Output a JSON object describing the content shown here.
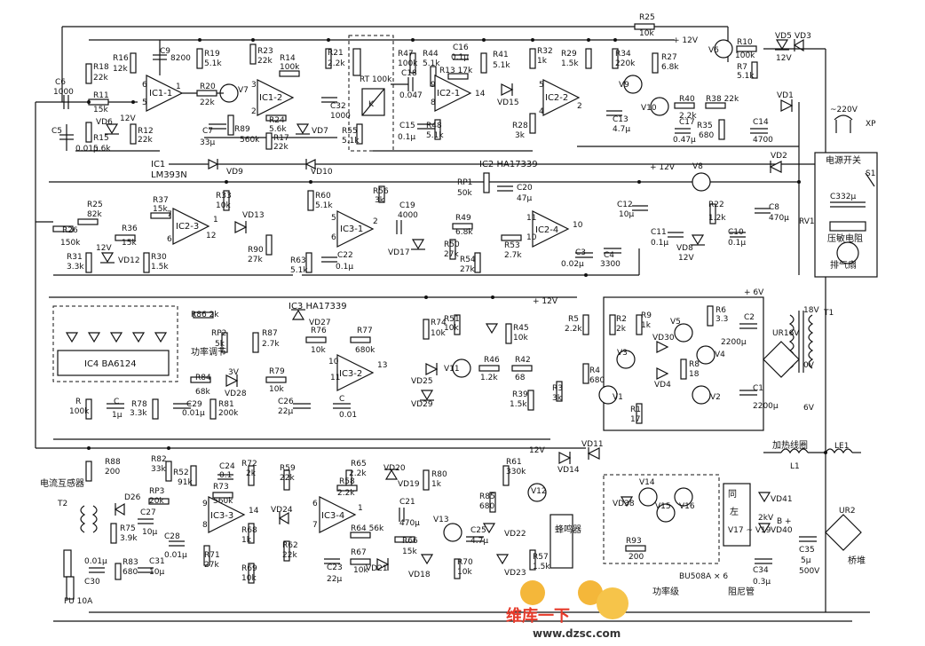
{
  "ics": {
    "ic1_1": "IC1-1",
    "ic1_2": "IC1-2",
    "ic1_label": "IC1",
    "ic1_part": "LM393N",
    "ic2_1": "IC2-1",
    "ic2_2": "IC2-2",
    "ic2_3": "IC2-3",
    "ic2_4": "IC2-4",
    "ic2_label": "IC2  HA17339",
    "ic3_1": "IC3-1",
    "ic3_2": "IC3-2",
    "ic3_3": "IC3-3",
    "ic3_4": "IC3-4",
    "ic3_label": "IC3  HA17339",
    "ic4": "IC4  BA6124"
  },
  "resistors": {
    "r18": "R18",
    "r18v": "22k",
    "r16": "R16",
    "r16v": "12k",
    "r11": "R11",
    "r11v": "15k",
    "r12": "R12",
    "r12v": "22k",
    "r15": "R15",
    "r15v": "5.6k",
    "r19": "R19",
    "r19v": "5.1k",
    "r20": "R20",
    "r20v": "22k",
    "r89": "R89",
    "r89v": "560k",
    "r23": "R23",
    "r23v": "22k",
    "r14": "R14",
    "r14v": "100k",
    "r24": "R24",
    "r24v": "5.6k",
    "r17": "R17",
    "r17v": "22k",
    "r21": "R21",
    "r21v": "2.2k",
    "rt": "RT 100k",
    "r55": "R55",
    "r55v": "5.1k",
    "r47": "R47",
    "r47v": "100k",
    "r44": "R44",
    "r44v": "5.1k",
    "r13": "R13 17k",
    "r48": "R48",
    "r48v": "5.1k",
    "r41": "R41",
    "r41v": "5.1k",
    "r32": "R32",
    "r32v": "1k",
    "r28": "R28",
    "r28v": "3k",
    "r29": "R29",
    "r29v": "1.5k",
    "r34": "R34",
    "r34v": "220k",
    "r27": "R27",
    "r27v": "6.8k",
    "r40": "R40",
    "r40v": "2.2k",
    "r38": "R38  22k",
    "r35": "R35",
    "r35v": "680",
    "r25": "R25",
    "r25v": "10k",
    "r10": "R10",
    "r10v": "100k",
    "r7": "R7",
    "r7v": "5.1k",
    "r37": "R37",
    "r37v": "15k",
    "r33": "R33",
    "r33v": "10k",
    "r60": "R60",
    "r60v": "5.1k",
    "r56": "R56",
    "r56v": "3k",
    "r25b": "R25",
    "r25bv": "82k",
    "r26": "R26",
    "r26v": "150k",
    "r36": "R36",
    "r36v": "15k",
    "r31": "R31",
    "r31v": "3.3k",
    "r30": "R30",
    "r30v": "1.5k",
    "r90": "R90",
    "r90v": "27k",
    "r63": "R63",
    "r63v": "5.1k",
    "rp1": "RP1",
    "rp1v": "50k",
    "r49": "R49",
    "r49v": "6.8k",
    "r50": "R50",
    "r50v": "27k",
    "r54": "R54",
    "r54v": "27k",
    "r53": "R53",
    "r53v": "2.7k",
    "r22": "R22",
    "r22v": "1.2k",
    "r86": "R86 2k",
    "rp2": "RP2",
    "rp2v": "5k",
    "r87": "R87",
    "r87v": "2.7k",
    "r76": "R76",
    "r76v": "10k",
    "r77": "R77",
    "r77v": "680k",
    "r79": "R79",
    "r79v": "10k",
    "r84": "R84",
    "r84v": "68k",
    "r81": "R81",
    "r81v": "200k",
    "r": "R",
    "rv": "100k",
    "r78": "R78",
    "r78v": "3.3k",
    "r74": "R74",
    "r74v": "10k",
    "r51": "R51",
    "r51v": "10k",
    "r45": "R45",
    "r45v": "10k",
    "r46": "R46",
    "r46v": "1.2k",
    "r42": "R42",
    "r42v": "68",
    "r39": "R39",
    "r39v": "1.5k",
    "r5": "R5",
    "r5v": "2.2k",
    "r2": "R2",
    "r2v": "2k",
    "r9": "R9",
    "r9v": "1k",
    "r6": "R6",
    "r6v": "3.3",
    "r4": "R4",
    "r4v": "680",
    "r3": "R3",
    "r3v": "3k",
    "r8": "R8",
    "r8v": "18",
    "r1": "R1",
    "r1v": "17",
    "r88": "R88",
    "r88v": "200",
    "rp3": "RP3",
    "rp3v": "20k",
    "r75": "R75",
    "r75v": "3.9k",
    "r83": "R83",
    "r83v": "680",
    "r82": "R82",
    "r82v": "33k",
    "r52": "R52",
    "r52v": "91k",
    "r73": "R73",
    "r73v": "560k",
    "r72": "R72",
    "r72v": "2k",
    "r71": "R71",
    "r71v": "27k",
    "r68": "R68",
    "r68v": "1k",
    "r69": "R69",
    "r69v": "10k",
    "r59": "R59",
    "r59v": "22k",
    "r62": "R62",
    "r62v": "22k",
    "r65": "R65",
    "r65v": "2.2k",
    "r58": "R58",
    "r58v": "2.2k",
    "r64": "R64  56k",
    "r66": "R66",
    "r66v": "15k",
    "r67": "R67",
    "r67v": "10k",
    "r80": "R80",
    "r80v": "1k",
    "r61": "R61",
    "r61v": "330k",
    "r85": "R85",
    "r85v": "680",
    "r70": "R70",
    "r70v": "10k",
    "r57": "R57",
    "r57v": "1.5k",
    "r93": "R93",
    "r93v": "200"
  },
  "capacitors": {
    "c6": "C6",
    "c6v": "1000",
    "c5": "C5",
    "c5v": "0.01μ",
    "c9": "C9",
    "c9v": "8200",
    "c7": "C7",
    "c7v": "33μ",
    "c32": "C32",
    "c32v": "1000",
    "c18": "C18",
    "c18v": "0.047",
    "c15": "C15",
    "c15v": "0.1μ",
    "c16": "C16",
    "c16v": "0.1μ",
    "c13": "C13",
    "c13v": "4.7μ",
    "c17": "C17",
    "c17v": "0.47μ",
    "c14": "C14",
    "c14v": "4700",
    "c19": "C19",
    "c19v": "4000",
    "c22": "C22",
    "c22v": "0.1μ",
    "c20": "C20",
    "c20v": "47μ",
    "c3": "C3",
    "c3v": "0.02μ",
    "c4": "C4",
    "c4v": "3300",
    "c12": "C12",
    "c12v": "10μ",
    "c11": "C11",
    "c11v": "0.1μ",
    "c10": "C10",
    "c10v": "0.1μ",
    "c8": "C8",
    "c8v": "470μ",
    "c332": "C332μ",
    "c29": "C29",
    "c29v": "0.01μ",
    "c": "C",
    "cv": "1μ",
    "c26": "C26",
    "c26v": "22μ",
    "cb": "C",
    "cbv": "0.01",
    "c2": "C2",
    "c2v": "2200μ",
    "c1": "C1",
    "c1v": "2200μ",
    "c27": "C27",
    "c27v": "10μ",
    "c28": "C28",
    "c28v": "0.01μ",
    "c30": "C30",
    "c30v": "0.01μ",
    "c31": "C31",
    "c31v": "10μ",
    "c24": "C24",
    "c24v": "0.1",
    "c21": "C21",
    "c21v": "470μ",
    "c23": "C23",
    "c23v": "22μ",
    "c25": "C25",
    "c25v": "4.7μ",
    "c35": "C35",
    "c35v": "5μ",
    "c35w": "500V",
    "c34": "C34",
    "c34v": "0.3μ"
  },
  "semis": {
    "vd6": "VD6",
    "vd6v": "12V",
    "v7": "V7",
    "vd7": "VD7",
    "vd9": "VD9",
    "vd10": "VD10",
    "vd15": "VD15",
    "v9": "V9",
    "v10": "V10",
    "v6": "V6",
    "vd5": "VD5",
    "vd5v": "12V",
    "vd3": "VD3",
    "vd1": "VD1",
    "vd2": "VD2",
    "v8": "V8",
    "vd8": "VD8",
    "vd8v": "12V",
    "vd13": "VD13",
    "vd17": "VD17",
    "vd12": "VD12",
    "vd12v": "12V",
    "vd27": "VD27",
    "vd28": "VD28",
    "vd28v": "3V",
    "vd25": "VD25",
    "vd29": "VD29",
    "v11": "V11",
    "v5": "V5",
    "v4": "V4",
    "v3": "V3",
    "v1": "V1",
    "v2": "V2",
    "vd30": "VD30",
    "vd4": "VD4",
    "d26": "D26",
    "vd24": "VD24",
    "vd20": "VD20",
    "vd19": "VD19",
    "vd21": "VD21",
    "vd18": "VD18",
    "v13": "V13",
    "v12": "V12",
    "vd22": "VD22",
    "vd23": "VD23",
    "vd14": "VD14",
    "vd11": "VD11",
    "vd38": "VD38",
    "v14": "V14",
    "v15": "V15",
    "v16": "V16",
    "vd41": "VD41",
    "vd40": "VD40",
    "vd40v": "2kV"
  },
  "misc": {
    "k": "K",
    "supply12a": "+ 12V",
    "supply12b": "+ 12V",
    "supply12c": "+ 12V",
    "supply12d": "12V",
    "supply6": "+ 6V",
    "ac220": "~220V",
    "xp": "XP",
    "power_switch": "电源开关",
    "s1": "S1",
    "rv1": "RV1",
    "varistor": "压敏电阻",
    "fan": "排气扇",
    "ur16v": "UR16V",
    "t1": "T1",
    "v18": "18V",
    "v0": "0V",
    "v6": "6V",
    "coil": "加热线圈",
    "l1": "L1",
    "le1": "LE1",
    "bplus": "B +",
    "ur2": "UR2",
    "bridge": "桥堆",
    "power_stage": "功率级",
    "bu508": "BU508A × 6",
    "damper": "阻尼管",
    "v1719a": "V17 ~ V19",
    "same": "同",
    "left": "左",
    "current_xf": "电流互感器",
    "t2": "T2",
    "fu": "FU 10A",
    "buzzer": "蜂鸣器",
    "power_adj": "功率调节",
    "watermark1": "维库一下",
    "watermark2": "www.dzsc.com",
    "pin": [
      "1",
      "2",
      "3",
      "4",
      "5",
      "6",
      "7",
      "8",
      "9",
      "10",
      "11",
      "12",
      "13",
      "14"
    ]
  }
}
